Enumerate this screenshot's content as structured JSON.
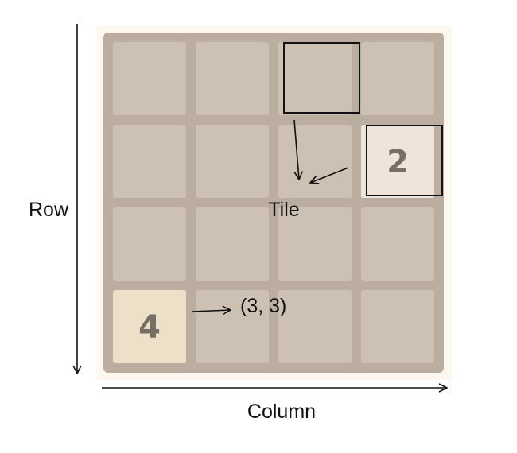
{
  "labels": {
    "row_axis": "Row",
    "column_axis": "Column",
    "tile_annotation": "Tile",
    "coordinate_annotation": "(3, 3)"
  },
  "grid": {
    "rows": 4,
    "columns": 4,
    "tiles": [
      {
        "row": 1,
        "column": 3,
        "value": "2",
        "color": "#eee4da"
      },
      {
        "row": 3,
        "column": 0,
        "value": "4",
        "color": "#ede0c8"
      }
    ],
    "highlighted_cells": [
      {
        "row": 0,
        "column": 2
      },
      {
        "row": 1,
        "column": 3
      }
    ]
  },
  "colors": {
    "page_background": "#fcf8ef",
    "board_background": "#bbada0",
    "empty_cell": "#cdc1b4",
    "tile_text": "#776e65",
    "annotation": "#111111"
  }
}
